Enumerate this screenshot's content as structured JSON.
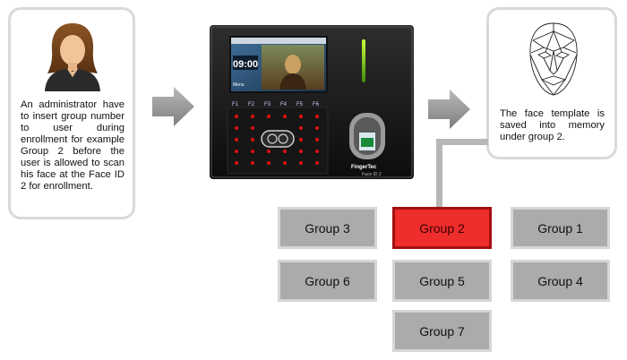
{
  "left_card": {
    "text": "An administrator have to insert group number to user during enrollment for example Group 2 before the user is allowed to scan his face at the Face ID 2 for enrollment.",
    "icon": "administrator-avatar-icon"
  },
  "right_card": {
    "text": "The face template is saved into memory under group 2.",
    "icon": "face-template-icon"
  },
  "device": {
    "time": "09:00",
    "menu_label": "Menu",
    "keys": [
      "F1",
      "F2",
      "F3",
      "F4",
      "F5",
      "F6"
    ],
    "brand": "FingerTec",
    "model": "Face ID 2"
  },
  "groups": [
    {
      "label": "Group 3",
      "active": false
    },
    {
      "label": "Group 2",
      "active": true
    },
    {
      "label": "Group 1",
      "active": false
    },
    {
      "label": "Group 6",
      "active": false
    },
    {
      "label": "Group 5",
      "active": false
    },
    {
      "label": "Group 4",
      "active": false
    },
    {
      "label": "Group 7",
      "active": false
    }
  ],
  "colors": {
    "active_group": "#ee2d2d",
    "inactive_group": "#ababab",
    "arrow": "#9b9b9b",
    "card_border": "#d9d9d9"
  }
}
